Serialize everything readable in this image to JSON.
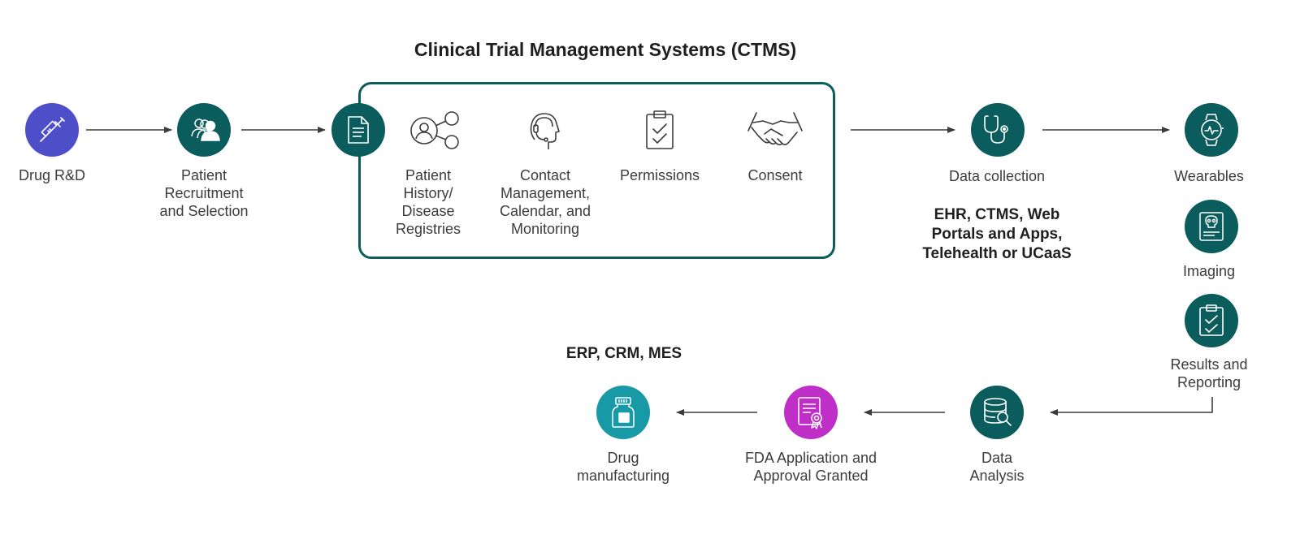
{
  "ctms": {
    "title": "Clinical Trial Management Systems (CTMS)"
  },
  "steps": {
    "drug_rd": "Drug R&D",
    "patient_recruitment": [
      "Patient",
      "Recruitment",
      "and Selection"
    ],
    "patient_history": [
      "Patient",
      "History/",
      "Disease",
      "Registries"
    ],
    "contact_management": [
      "Contact",
      "Management,",
      "Calendar, and",
      "Monitoring"
    ],
    "permissions": "Permissions",
    "consent": "Consent",
    "data_collection": "Data collection",
    "wearables": "Wearables",
    "imaging": "Imaging",
    "results_reporting": [
      "Results and",
      "Reporting"
    ],
    "data_analysis": [
      "Data",
      "Analysis"
    ],
    "fda": [
      "FDA Application and",
      "Approval Granted"
    ],
    "drug_manufacturing": [
      "Drug",
      "manufacturing"
    ]
  },
  "systems": {
    "data_collection_systems": [
      "EHR, CTMS, Web",
      "Portals and Apps,",
      "Telehealth or UCaaS"
    ],
    "manufacturing_systems": "ERP, CRM, MES"
  },
  "colors": {
    "teal": "#0b5c5c",
    "purple": "#4d4fc9",
    "magenta": "#bf2ec7",
    "cyan": "#1799a6",
    "arrow": "#3c3c3c"
  },
  "icons": [
    "syringe-icon",
    "patients-icon",
    "document-icon",
    "network-person-icon",
    "headset-icon",
    "clipboard-check-icon",
    "handshake-icon",
    "stethoscope-icon",
    "smartwatch-icon",
    "xray-icon",
    "report-clipboard-icon",
    "database-search-icon",
    "certificate-icon",
    "medicine-bottle-icon"
  ]
}
